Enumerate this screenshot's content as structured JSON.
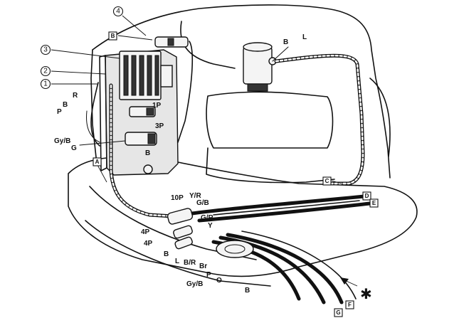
{
  "callouts": {
    "c1": "1",
    "c2": "2",
    "c3": "3",
    "c4": "4"
  },
  "connectors": {
    "one_p": "1P",
    "three_p": "3P",
    "ten_p": "10P",
    "four_p_a": "4P",
    "four_p_b": "4P"
  },
  "wire_colors": {
    "r": "R",
    "b_left": "B",
    "p_left": "P",
    "gyb_left": "Gy/B",
    "g_left": "G",
    "b_under_3p": "B",
    "b_coil": "B",
    "l_coil": "L",
    "yr": "Y/R",
    "gb": "G/B",
    "gr": "G/R",
    "y": "Y",
    "b_lower": "B",
    "l_lower": "L",
    "br_lower": "B/R",
    "br": "Br",
    "p_lower": "P",
    "o": "O",
    "gyb_lower": "Gy/B",
    "b_bottom": "B"
  },
  "ref_boxes": {
    "a": "A",
    "b": "B",
    "c": "C",
    "d": "D",
    "e": "E",
    "f": "F",
    "g": "G"
  },
  "view_mark": "✱"
}
